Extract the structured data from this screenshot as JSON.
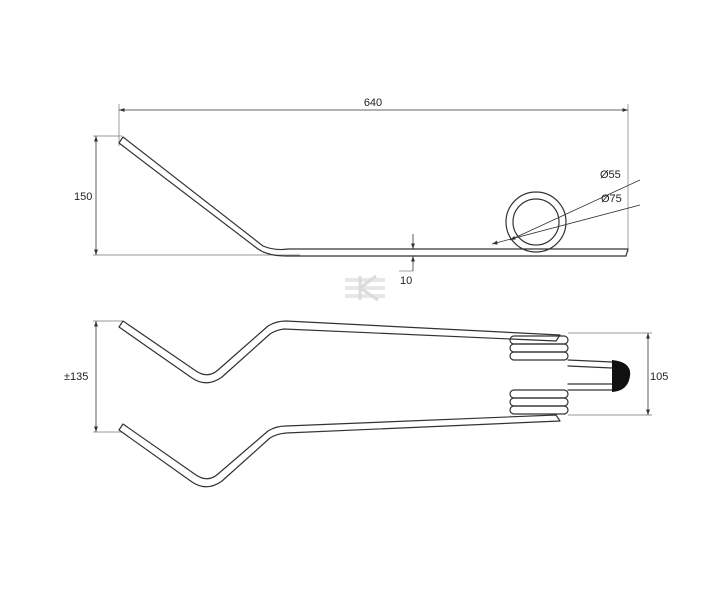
{
  "dimensions": {
    "total_length": "640",
    "height": "150",
    "wire_offset": "10",
    "inner_diameter": "Ø55",
    "outer_diameter": "Ø75",
    "tine_spread": "±135",
    "coil_width": "105"
  },
  "colors": {
    "line": "#333333",
    "cap": "#111111",
    "watermark": "#dddddd"
  }
}
